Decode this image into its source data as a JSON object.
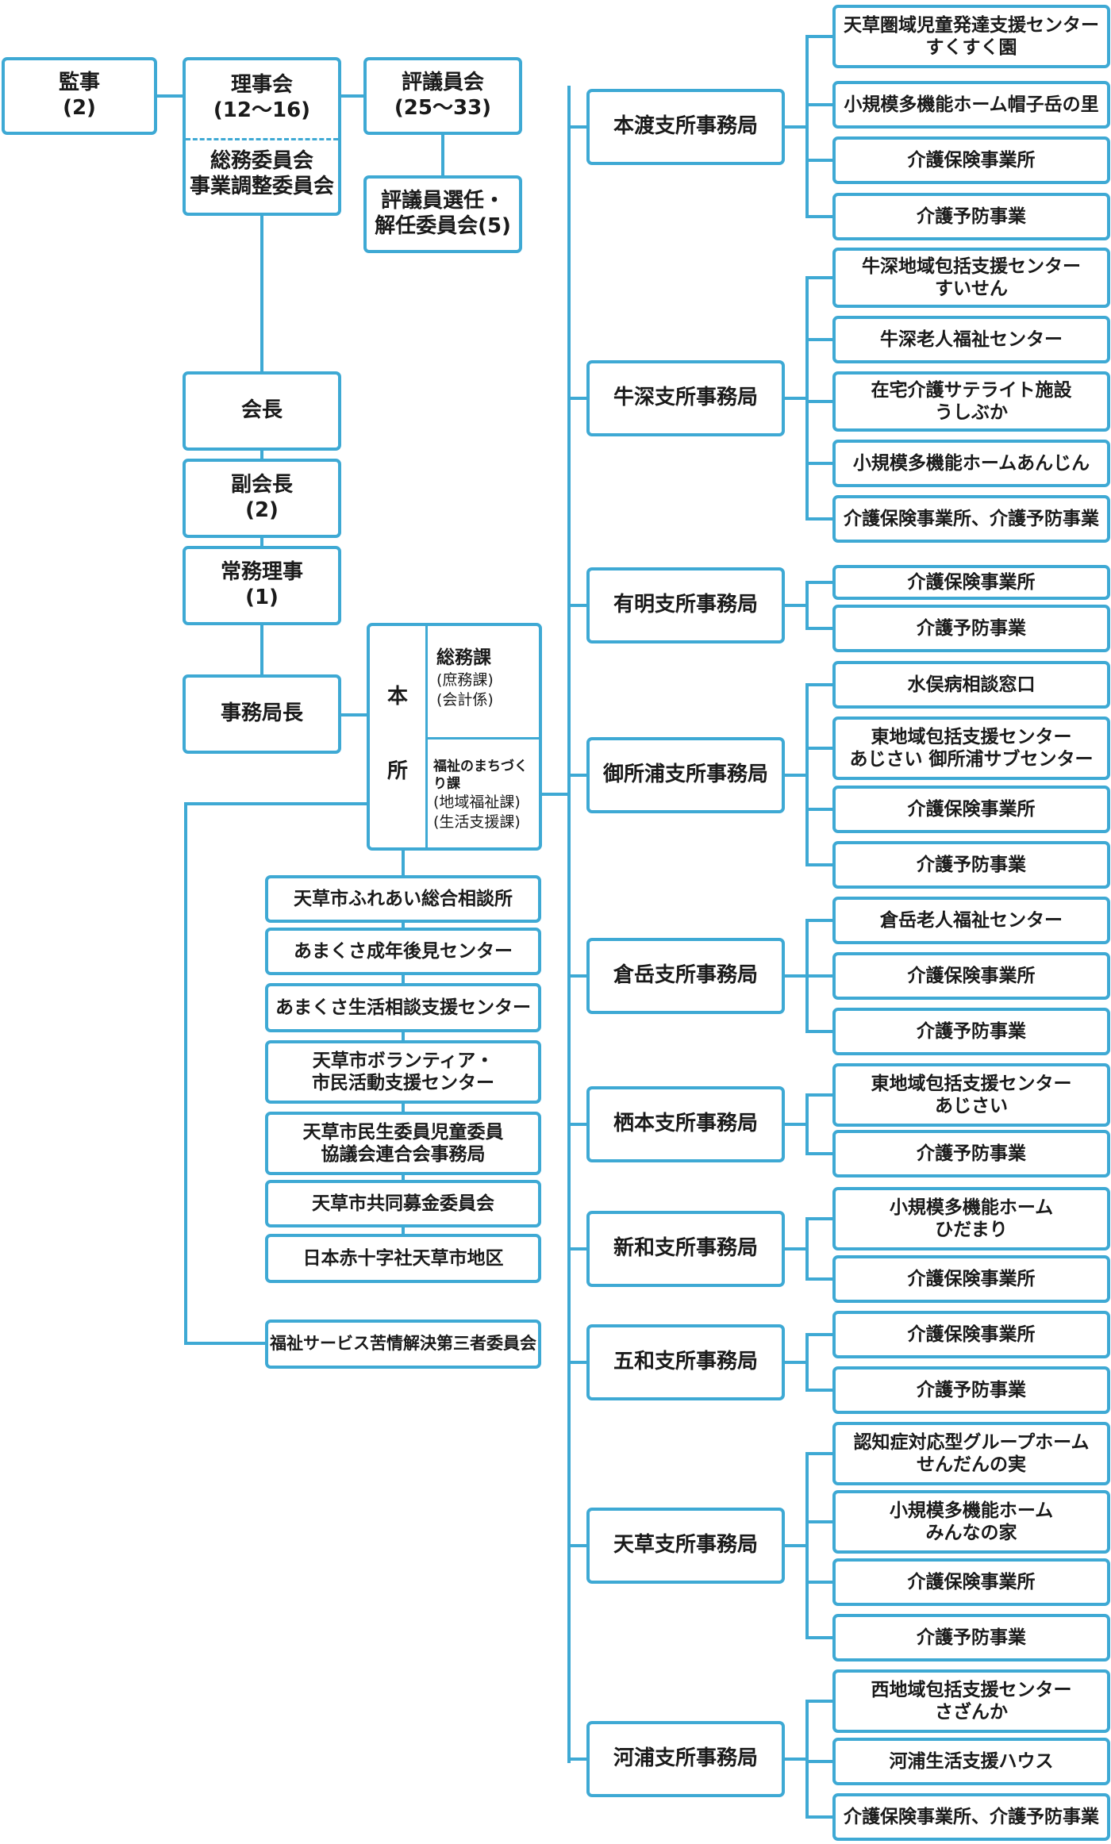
{
  "governance": {
    "kanji": {
      "label": "監事",
      "count": "(2)"
    },
    "rijikai": {
      "label": "理事会",
      "count": "(12〜16)",
      "committee_1": "総務委員会",
      "committee_2": "事業調整委員会"
    },
    "hyogiinkai": {
      "label": "評議員会",
      "count": "(25〜33)"
    },
    "senin_iinkai": {
      "line1": "評議員選任・",
      "line2": "解任委員会(5)"
    }
  },
  "executives": {
    "kaicho": "会長",
    "fukukaicho": {
      "label": "副会長",
      "count": "(2)"
    },
    "jomu_riji": {
      "label": "常務理事",
      "count": "(1)"
    },
    "jimukyokucho": "事務局長"
  },
  "honsho": {
    "label_1": "本",
    "label_2": "所",
    "somuka": {
      "title": "総務課",
      "sub_1": "(庶務課)",
      "sub_2": "(会計係)"
    },
    "machizukuri": {
      "title": "福祉のまちづくり課",
      "sub_1": "(地域福祉課)",
      "sub_2": "(生活支援課)"
    }
  },
  "centers": [
    {
      "lines": [
        "天草市ふれあい総合相談所"
      ]
    },
    {
      "lines": [
        "あまくさ成年後見センター"
      ]
    },
    {
      "lines": [
        "あまくさ生活相談支援センター"
      ]
    },
    {
      "lines": [
        "天草市ボランティア・",
        "市民活動支援センター"
      ]
    },
    {
      "lines": [
        "天草市民生委員児童委員",
        "協議会連合会事務局"
      ]
    },
    {
      "lines": [
        "天草市共同募金委員会"
      ]
    },
    {
      "lines": [
        "日本赤十字社天草市地区"
      ]
    }
  ],
  "third_party": "福祉サービス苦情解決第三者委員会",
  "branches": [
    {
      "name": "本渡支所事務局",
      "units": [
        {
          "lines": [
            "天草圏域児童発達支援センター",
            "すくすく園"
          ]
        },
        {
          "lines": [
            "小規模多機能ホーム帽子岳の里"
          ]
        },
        {
          "lines": [
            "介護保険事業所"
          ]
        },
        {
          "lines": [
            "介護予防事業"
          ]
        }
      ]
    },
    {
      "name": "牛深支所事務局",
      "units": [
        {
          "lines": [
            "牛深地域包括支援センター",
            "すいせん"
          ]
        },
        {
          "lines": [
            "牛深老人福祉センター"
          ]
        },
        {
          "lines": [
            "在宅介護サテライト施設",
            "うしぶか"
          ]
        },
        {
          "lines": [
            "小規模多機能ホームあんじん"
          ]
        },
        {
          "lines": [
            "介護保険事業所、介護予防事業"
          ]
        }
      ]
    },
    {
      "name": "有明支所事務局",
      "units": [
        {
          "lines": [
            "介護保険事業所"
          ]
        },
        {
          "lines": [
            "介護予防事業"
          ]
        }
      ]
    },
    {
      "name": "御所浦支所事務局",
      "units": [
        {
          "lines": [
            "水俣病相談窓口"
          ]
        },
        {
          "lines": [
            "東地域包括支援センター",
            "あじさい 御所浦サブセンター"
          ]
        },
        {
          "lines": [
            "介護保険事業所"
          ]
        },
        {
          "lines": [
            "介護予防事業"
          ]
        }
      ]
    },
    {
      "name": "倉岳支所事務局",
      "units": [
        {
          "lines": [
            "倉岳老人福祉センター"
          ]
        },
        {
          "lines": [
            "介護保険事業所"
          ]
        },
        {
          "lines": [
            "介護予防事業"
          ]
        }
      ]
    },
    {
      "name": "栖本支所事務局",
      "units": [
        {
          "lines": [
            "東地域包括支援センター",
            "あじさい"
          ]
        },
        {
          "lines": [
            "介護予防事業"
          ]
        }
      ]
    },
    {
      "name": "新和支所事務局",
      "units": [
        {
          "lines": [
            "小規模多機能ホーム",
            "ひだまり"
          ]
        },
        {
          "lines": [
            "介護保険事業所"
          ]
        }
      ]
    },
    {
      "name": "五和支所事務局",
      "units": [
        {
          "lines": [
            "介護保険事業所"
          ]
        },
        {
          "lines": [
            "介護予防事業"
          ]
        }
      ]
    },
    {
      "name": "天草支所事務局",
      "units": [
        {
          "lines": [
            "認知症対応型グループホーム",
            "せんだんの実"
          ]
        },
        {
          "lines": [
            "小規模多機能ホーム",
            "みんなの家"
          ]
        },
        {
          "lines": [
            "介護保険事業所"
          ]
        },
        {
          "lines": [
            "介護予防事業"
          ]
        }
      ]
    },
    {
      "name": "河浦支所事務局",
      "units": [
        {
          "lines": [
            "西地域包括支援センター",
            "さざんか"
          ]
        },
        {
          "lines": [
            "河浦生活支援ハウス"
          ]
        },
        {
          "lines": [
            "介護保険事業所、介護予防事業"
          ]
        }
      ]
    }
  ]
}
